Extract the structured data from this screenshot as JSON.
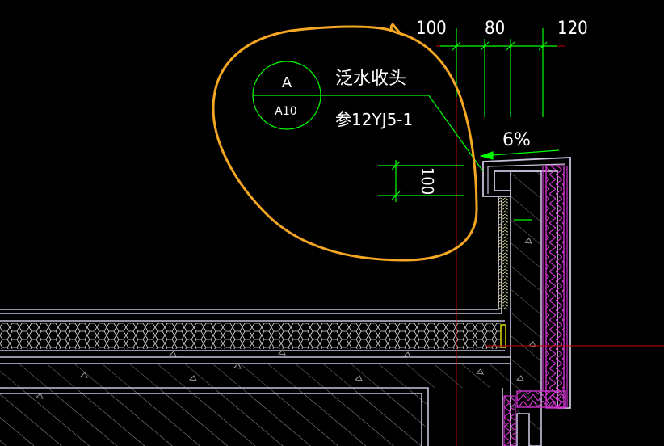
{
  "dimensions": {
    "top_left": "100",
    "top_mid": "80",
    "top_right": "120",
    "vertical": "100"
  },
  "slope": "6%",
  "detail_callout": {
    "letter": "A",
    "sheet": "A10",
    "title": "泛水收头",
    "reference": "参12YJ5-1"
  },
  "colors": {
    "background": "#000000",
    "wall_outline": "#c9c2dc",
    "insulation": "#cc33cc",
    "dimension_line": "#00ff00",
    "annotation_text": "#ffffff",
    "highlight_circle": "#f5a623",
    "crosshair": "#cc0000",
    "leader": "#00cc00",
    "fill_wave": "#e8e8a8"
  }
}
